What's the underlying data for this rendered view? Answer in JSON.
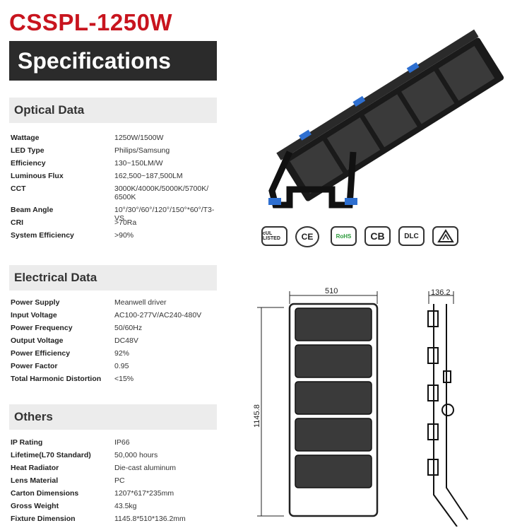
{
  "title": "CSSPL-1250W",
  "banner": "Specifications",
  "optical": {
    "heading": "Optical Data",
    "rows": [
      {
        "k": "Wattage",
        "v": "1250W/1500W"
      },
      {
        "k": "LED Type",
        "v": "Philips/Samsung"
      },
      {
        "k": "Efficiency",
        "v": "130~150LM/W"
      },
      {
        "k": "Luminous Flux",
        "v": "162,500~187,500LM"
      },
      {
        "k": "CCT",
        "v": "3000K/4000K/5000K/5700K/\n6500K"
      },
      {
        "k": "Beam Angle",
        "v": "10°/30°/60°/120°/150°*60°/T3-VS"
      },
      {
        "k": "CRI",
        "v": ">70Ra"
      },
      {
        "k": "System Efficiency",
        "v": ">90%"
      }
    ]
  },
  "electrical": {
    "heading": "Electrical Data",
    "rows": [
      {
        "k": "Power Supply",
        "v": "Meanwell driver"
      },
      {
        "k": "Input Voltage",
        "v": "AC100-277V/AC240-480V"
      },
      {
        "k": "Power Frequency",
        "v": "50/60Hz"
      },
      {
        "k": "Output Voltage",
        "v": "DC48V"
      },
      {
        "k": "Power Efficiency",
        "v": "92%"
      },
      {
        "k": "Power Factor",
        "v": "0.95"
      },
      {
        "k": "Total Harmonic Distortion",
        "v": "<15%"
      }
    ]
  },
  "others": {
    "heading": "Others",
    "rows": [
      {
        "k": "IP Rating",
        "v": "IP66"
      },
      {
        "k": "Lifetime(L70 Standard)",
        "v": "50,000 hours"
      },
      {
        "k": "Heat Radiator",
        "v": "Die-cast aluminum"
      },
      {
        "k": "Lens Material",
        "v": "PC"
      },
      {
        "k": "Carton Dimensions",
        "v": "1207*617*235mm"
      },
      {
        "k": "Gross Weight",
        "v": "43.5kg"
      },
      {
        "k": "Fixture Dimension",
        "v": "1145.8*510*136.2mm"
      }
    ]
  },
  "certifications": [
    "cUL LISTED",
    "CE",
    "RoHS",
    "CB",
    "DLC",
    "RCM"
  ],
  "dimensions": {
    "width": "510",
    "height": "1145.8",
    "depth": "136.2"
  },
  "colors": {
    "title": "#c8141e",
    "banner": "#2b2b2b",
    "section": "#ececec",
    "accent_blue": "#2e6fd0"
  }
}
